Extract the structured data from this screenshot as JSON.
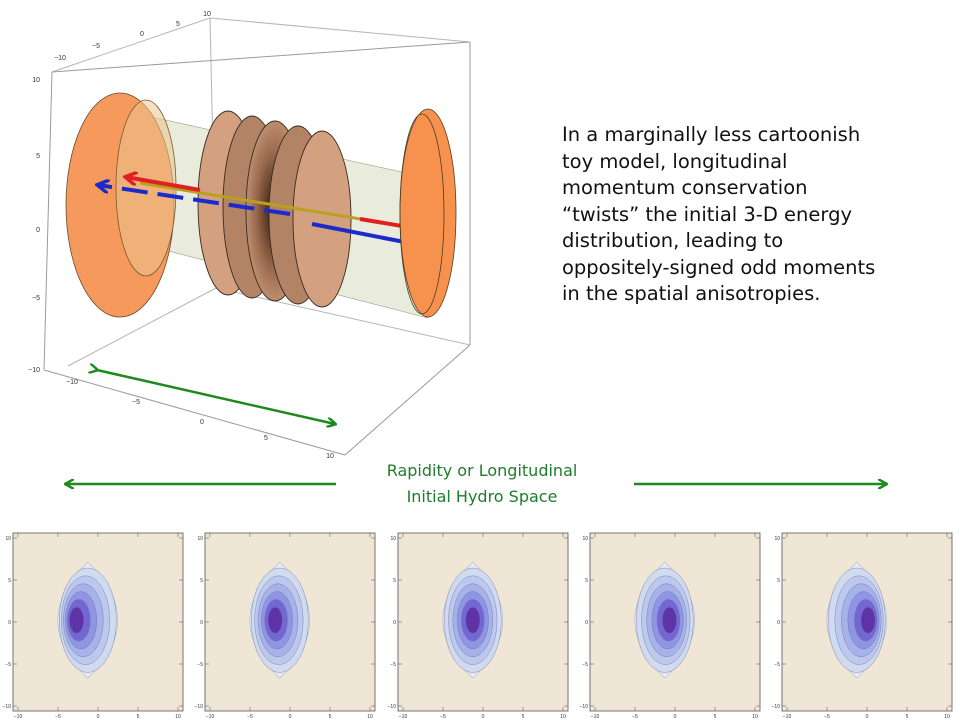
{
  "description": [
    "In a marginally less cartoonish",
    "toy model, longitudinal",
    "momentum conservation",
    "“twists” the initial 3-D energy",
    "distribution, leading to",
    "oppositely-signed odd moments",
    "in the spatial anisotropies."
  ],
  "caption": [
    "Rapidity or Longitudinal",
    "Initial Hydro Space"
  ],
  "cube_axes": {
    "top": [
      "10",
      "5",
      "0",
      "−5",
      "−10"
    ],
    "left": [
      "10",
      "5",
      "0",
      "−5",
      "−10"
    ],
    "bottom": [
      "−10",
      "−5",
      "0",
      "5",
      "10"
    ]
  },
  "panel_ticks": {
    "y": [
      "10",
      "5",
      "0",
      "−5",
      "−10"
    ],
    "x": [
      "−10",
      "−5",
      "0",
      "5",
      "10"
    ]
  },
  "panel_count": 5,
  "colors": {
    "arrow_green": "#1e8a1e",
    "momentum_red": "#e02020",
    "momentum_blue": "#1a2acc",
    "disk_orange": "#f59a5c",
    "panel_bg": "#efe6d6",
    "contour_dark": "#5a2aa0",
    "contour_light": "#b8c8ec"
  }
}
